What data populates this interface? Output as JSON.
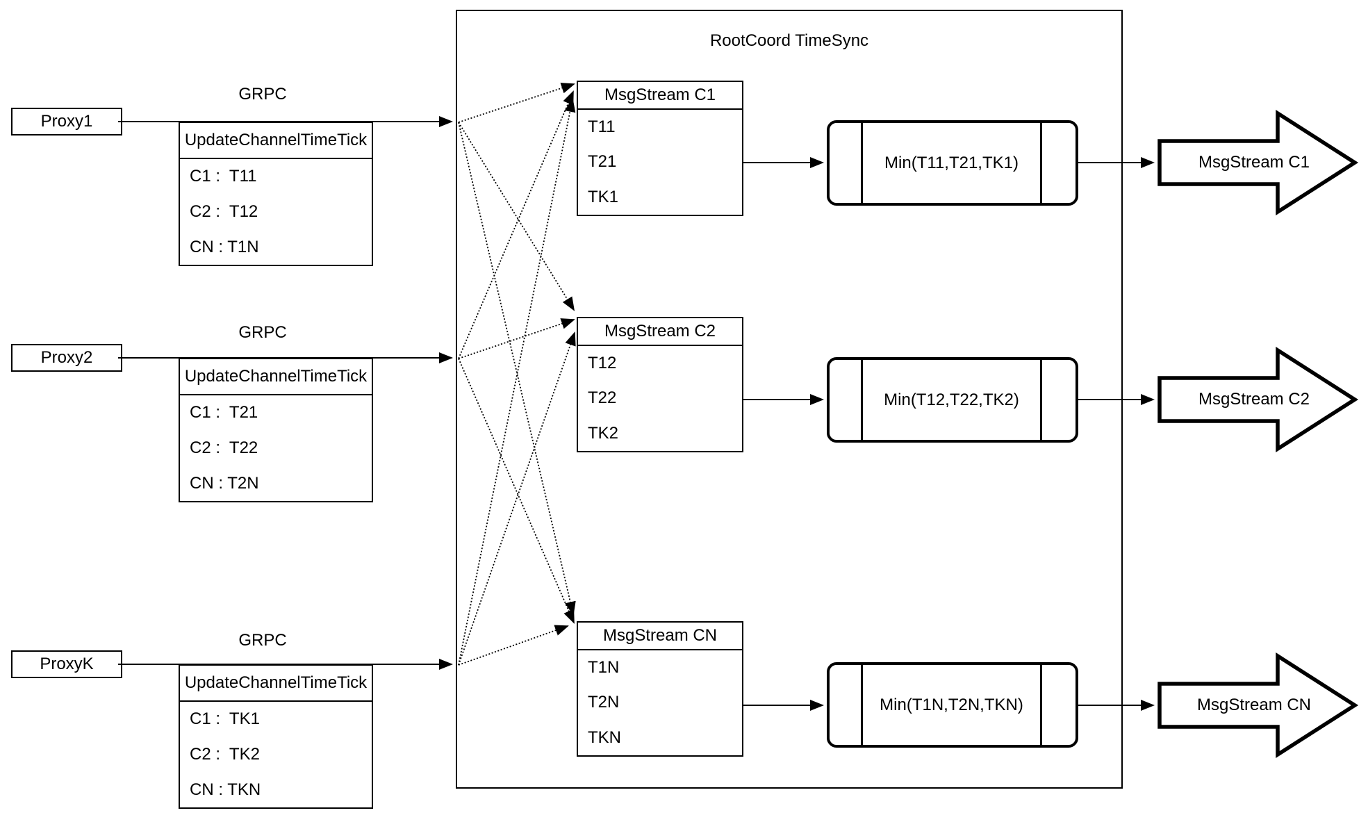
{
  "diagram": {
    "title": "RootCoord TimeSync",
    "grpc_label": "GRPC",
    "proxies": [
      {
        "name": "Proxy1",
        "request": {
          "header": "UpdateChannelTimeTick",
          "rows": [
            "C1 :  T11",
            "C2 :  T12",
            "CN : T1N"
          ]
        }
      },
      {
        "name": "Proxy2",
        "request": {
          "header": "UpdateChannelTimeTick",
          "rows": [
            "C1 :  T21",
            "C2 :  T22",
            "CN : T2N"
          ]
        }
      },
      {
        "name": "ProxyK",
        "request": {
          "header": "UpdateChannelTimeTick",
          "rows": [
            "C1 :  TK1",
            "C2 :  TK2",
            "CN : TKN"
          ]
        }
      }
    ],
    "channels": [
      {
        "buffer_header": "MsgStream C1",
        "buffer_rows": [
          "T11",
          "T21",
          "TK1"
        ],
        "min_label": "Min(T11,T21,TK1)",
        "output_label": "MsgStream C1"
      },
      {
        "buffer_header": "MsgStream C2",
        "buffer_rows": [
          "T12",
          "T22",
          "TK2"
        ],
        "min_label": "Min(T12,T22,TK2)",
        "output_label": "MsgStream C2"
      },
      {
        "buffer_header": "MsgStream CN",
        "buffer_rows": [
          "T1N",
          "T2N",
          "TKN"
        ],
        "min_label": "Min(T1N,T2N,TKN)",
        "output_label": "MsgStream CN"
      }
    ],
    "colors": {
      "line": "#000000",
      "background": "#ffffff"
    }
  }
}
